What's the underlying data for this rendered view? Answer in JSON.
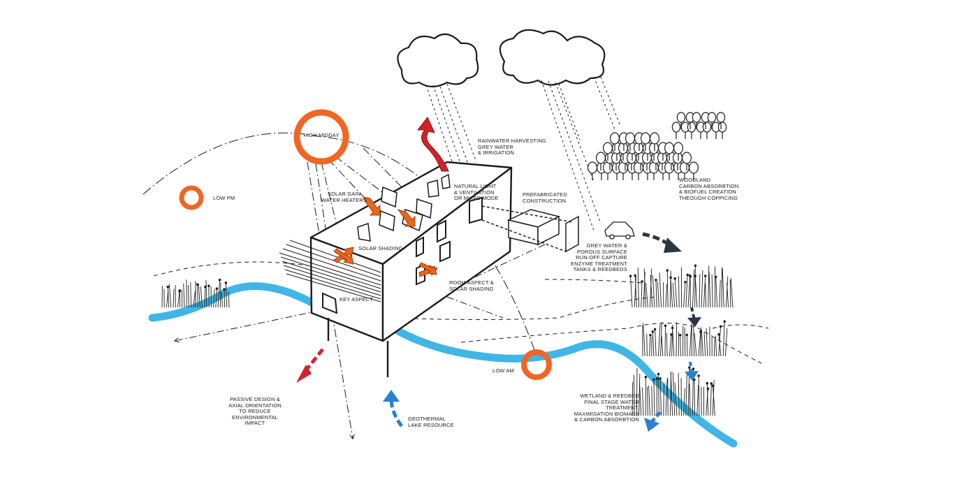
{
  "palette": {
    "ink": "#1a1a1a",
    "river": "#3fb6e6",
    "sun": "#f26522",
    "heat_arrow": "#e8671b",
    "red_arrow": "#d1242a",
    "blue_arrow": "#2b7fd0",
    "navy_arrow": "#2a3545"
  },
  "labels": {
    "high_midday": "HIGH MIDDAY",
    "low_pm": "LOW PM",
    "low_am": "LOW AM",
    "rainwater": "RAINWATER HARVESTING\nGREY WATER\n& IRRIGATION",
    "natural_light": "NATURAL LIGHT\n& VENTILATION\nor MIXED MODE",
    "solar_gain": "SOLAR GAIN\nWATER HEATERS",
    "prefab": "PREFABRICATED\nCONSTRUCTION",
    "woodland": "WOODLAND\nCARBON ABSORBTION\n& BIOFUEL CREATION\nTHEOUGH COPPICING",
    "solar_shading": "SOLAR SHADING",
    "grey_water": "GREY WATER &\nPOROUS SURFACE\nRUN-OFF CAPTURE\nENZYME TREATMENT\nTANKS & REEDBEDS",
    "room_aspect": "ROOM ASPECT &\nSOLAR SHADING",
    "key_aspect": "KEY ASPECT",
    "passive": "PASSIVE DESIGN &\nAXIAL ORIENTATION\nTO REDUCE\nENVIRONMENTAL\nIMPACT",
    "geothermal": "GEOTHERMAL\nLAKE RESOURCE",
    "wetland": "WETLAND & REEDBED\nFINAL STAGE WATER\nTREATMENT.\nMAXIMISATION BIOMASS\n& CARBON ABSORBTION"
  },
  "icons": {
    "clouds": "rain-cloud-icon",
    "trees": "tree-cluster-icon",
    "car": "car-icon",
    "reeds": "reedbed-icon",
    "sun": "sun-icon"
  }
}
